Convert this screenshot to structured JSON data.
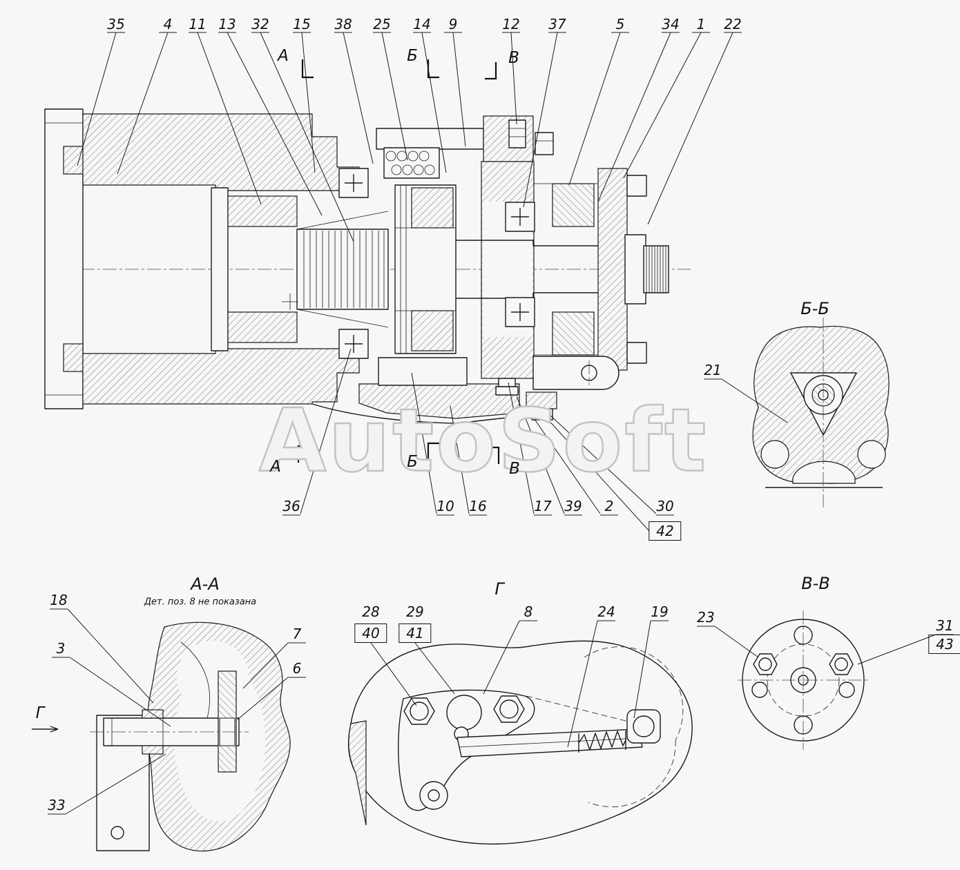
{
  "watermark": "AutoSoft",
  "titles": {
    "section_aa": "А-А",
    "section_aa_note": "Дет. поз. 8 не показана",
    "section_bb": "Б-Б",
    "section_vv": "В-В",
    "view_g": "Г"
  },
  "markers": {
    "a": "А",
    "b": "Б",
    "v": "В",
    "g": "Г"
  },
  "callouts": {
    "main_top": [
      "35",
      "4",
      "11",
      "13",
      "32",
      "15",
      "38",
      "25",
      "14",
      "9",
      "12",
      "37",
      "5",
      "34",
      "1",
      "22"
    ],
    "main_bottom": [
      "36",
      "10",
      "16",
      "17",
      "39",
      "2",
      "30"
    ],
    "main_boxed": "42",
    "section_bb": "21",
    "section_aa": [
      "18",
      "3",
      "7",
      "6",
      "33"
    ],
    "view_g": [
      "28",
      "29",
      "8",
      "24",
      "19"
    ],
    "view_g_boxed": [
      "40",
      "41"
    ],
    "section_vv": [
      "23",
      "31"
    ],
    "section_vv_boxed": "43"
  }
}
